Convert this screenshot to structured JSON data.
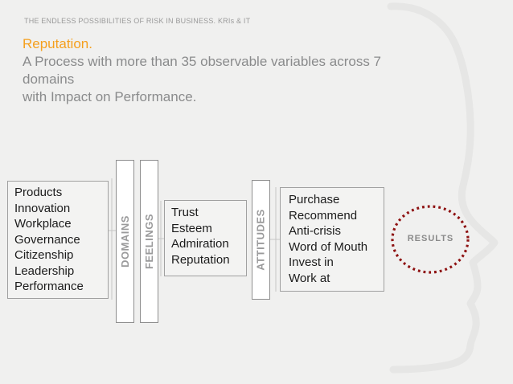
{
  "slide": {
    "eyebrow": "THE ENDLESS POSSIBILITIES OF RISK IN BUSINESS. KRIs & IT",
    "title": "Reputation.",
    "subtitle_line1": "A Process with more than 35 observable variables across 7",
    "subtitle_line2": "domains",
    "subtitle_line3": "with Impact on Performance."
  },
  "diagram": {
    "drivers_box": {
      "items": [
        "Products",
        "Innovation",
        "Workplace",
        "Governance",
        "Citizenship",
        "Leadership",
        "Performance"
      ]
    },
    "bars": [
      {
        "label": "DOMAINS"
      },
      {
        "label": "FEELINGS"
      },
      {
        "label": "ATTITUDES"
      }
    ],
    "emotions_box": {
      "items": [
        "Trust",
        "Esteem",
        "Admiration",
        "Reputation"
      ]
    },
    "behaviors_box": {
      "items": [
        "Purchase",
        "Recommend",
        "Anti-crisis",
        "Word of Mouth",
        "Invest in",
        "Work at"
      ]
    },
    "results_label": "RESULTS"
  },
  "colors": {
    "accent_orange": "#F5A01E",
    "results_red": "#8E1212",
    "subtitle_gray": "#8A8B8C",
    "bar_label_gray": "#9A9A9B",
    "box_border_gray": "#A0A0A0",
    "silhouette_gray": "#E6E6E5",
    "background": "#F0F0EF"
  }
}
